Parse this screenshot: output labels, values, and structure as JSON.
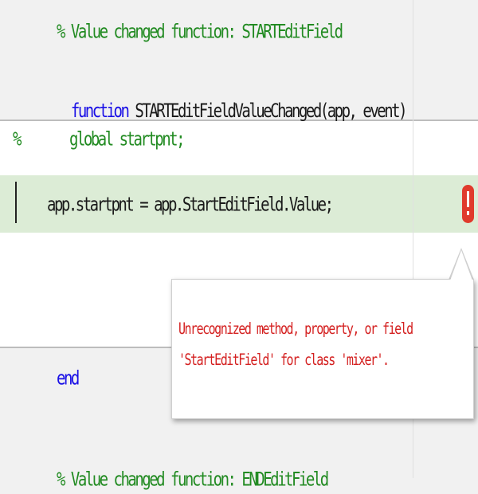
{
  "editor": {
    "comment_value_changed": "% Value changed function: STARTEditField",
    "function_keyword": "function",
    "function_signature": " STARTEditFieldValueChanged(app, event)",
    "comment_marker": "%",
    "global_line": "global startpnt;",
    "assignment_line": "app.startpnt = app.StartEditField.Value;",
    "end_keyword": "end",
    "bottom_comment": "% Value changed function: ENDEditField"
  },
  "error_tooltip": {
    "message": "Unrecognized method, property, or field 'StartEditField' for class 'mixer'."
  },
  "colors": {
    "comment": "#228b22",
    "keyword": "#1a10e6",
    "highlight_row": "#dcecd6",
    "error": "#d42020"
  },
  "icons": {
    "error_indicator": "error-exclamation-icon"
  }
}
